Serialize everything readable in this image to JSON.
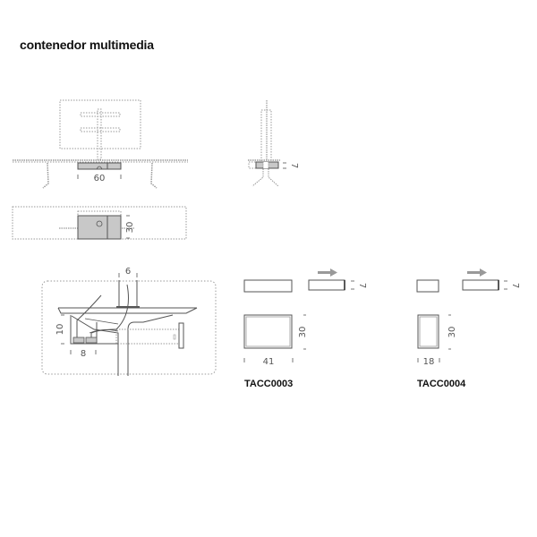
{
  "title": "contenedor multimedia",
  "colors": {
    "line": "#555555",
    "dotted": "#9a9a9a",
    "fill_gray": "#c8c8c8",
    "arrow": "#999999",
    "text": "#111111"
  },
  "views": {
    "front_elevation": {
      "dimension_width": "60"
    },
    "side_elevation": {
      "dimension_height": "7"
    },
    "plan_view": {
      "dimension_depth": "30"
    },
    "detail_section": {
      "dimension_column": "6",
      "dimension_height": "10",
      "dimension_width": "8"
    }
  },
  "products": [
    {
      "code": "TACC0003",
      "dimension_height": "7",
      "dimension_depth": "30",
      "dimension_width": "41"
    },
    {
      "code": "TACC0004",
      "dimension_height": "7",
      "dimension_depth": "30",
      "dimension_width": "18"
    }
  ]
}
